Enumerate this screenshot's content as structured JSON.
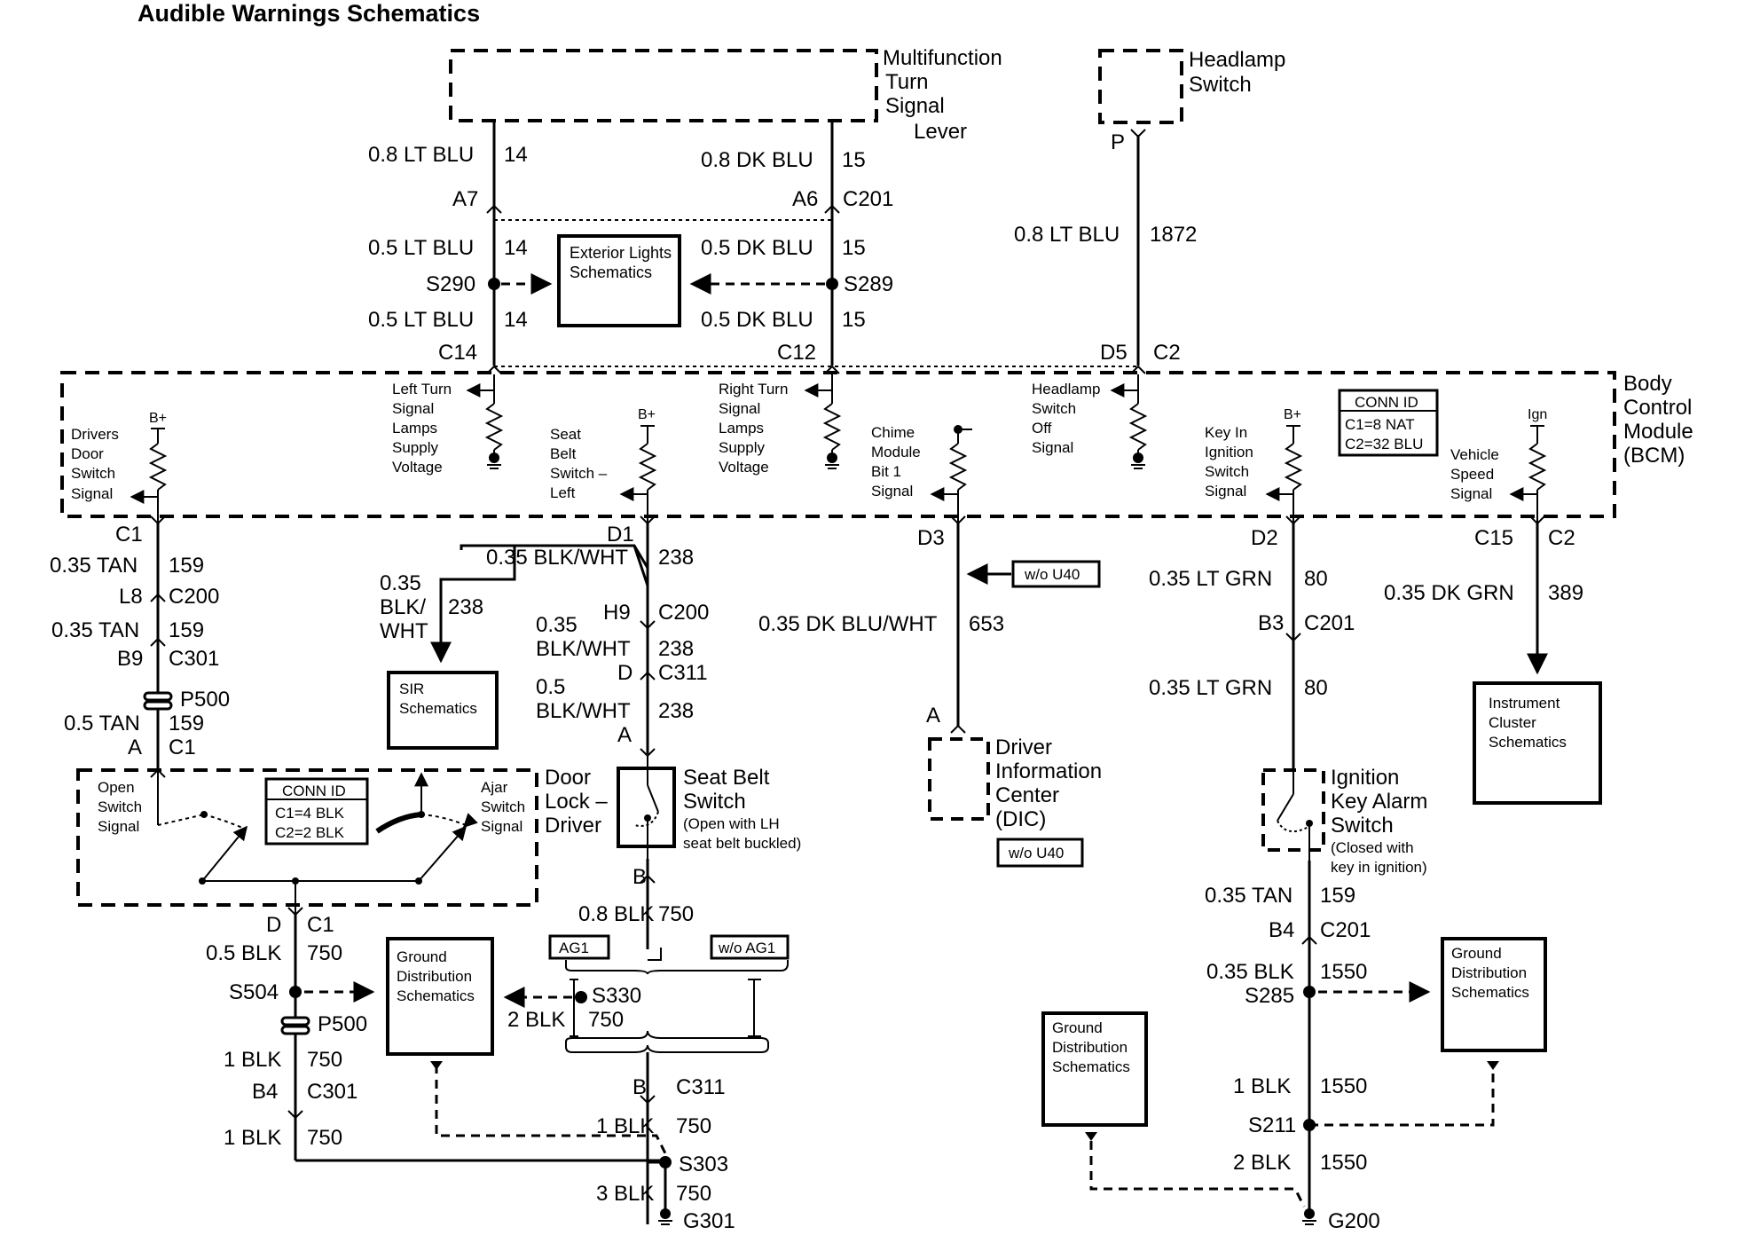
{
  "title": "Audible Warnings Schematics",
  "components": {
    "turn_lever": [
      "Multifunction",
      "Turn",
      "Signal",
      "Lever"
    ],
    "headlamp_switch": [
      "Headlamp",
      "Switch"
    ],
    "bcm": [
      "Body",
      "Control",
      "Module",
      "(BCM)"
    ],
    "exterior_lights": [
      "Exterior Lights",
      "Schematics"
    ],
    "sir": [
      "SIR",
      "Schematics"
    ],
    "dic": [
      "Driver",
      "Information",
      "Center",
      "(DIC)"
    ],
    "instrument_cluster": [
      "Instrument",
      "Cluster",
      "Schematics"
    ],
    "ground_dist_1": [
      "Ground",
      "Distribution",
      "Schematics"
    ],
    "ground_dist_2": [
      "Ground",
      "Distribution",
      "Schematics"
    ],
    "ground_dist_3": [
      "Ground",
      "Distribution",
      "Schematics"
    ],
    "door_lock": [
      "Door",
      "Lock –",
      "Driver"
    ],
    "seat_belt_switch": [
      "Seat Belt",
      "Switch"
    ],
    "seat_belt_note": [
      "(Open with LH",
      "seat belt buckled)"
    ],
    "ignition_switch": [
      "Ignition",
      "Key Alarm",
      "Switch"
    ],
    "ignition_note": [
      "(Closed with",
      "key in ignition)"
    ]
  },
  "conn_ids": {
    "bcm": [
      "CONN ID",
      "C1=8 NAT",
      "C2=32 BLU"
    ],
    "door": [
      "CONN ID",
      "C1=4 BLK",
      "C2=2 BLK"
    ]
  },
  "options": {
    "wo_u40": "w/o U40",
    "ag1": "AG1",
    "wo_ag1": "w/o AG1"
  },
  "bcm_signals": {
    "drivers_door": [
      "Drivers",
      "Door",
      "Switch",
      "Signal"
    ],
    "left_turn": [
      "Left Turn",
      "Signal",
      "Lamps",
      "Supply",
      "Voltage"
    ],
    "seat_belt": [
      "Seat",
      "Belt",
      "Switch –",
      "Left"
    ],
    "right_turn": [
      "Right Turn",
      "Signal",
      "Lamps",
      "Supply",
      "Voltage"
    ],
    "chime": [
      "Chime",
      "Module",
      "Bit 1",
      "Signal"
    ],
    "headlamp_off": [
      "Headlamp",
      "Switch",
      "Off",
      "Signal"
    ],
    "key_in": [
      "Key In",
      "Ignition",
      "Switch",
      "Signal"
    ],
    "vehicle_speed": [
      "Vehicle",
      "Speed",
      "Signal"
    ],
    "bplus": "B+",
    "ign": "Ign"
  },
  "door_switch": {
    "open": [
      "Open",
      "Switch",
      "Signal"
    ],
    "ajar": [
      "Ajar",
      "Switch",
      "Signal"
    ]
  },
  "wire_labels": {
    "w1": "0.8 LT BLU",
    "w1c": "14",
    "w2": "0.8 DK BLU",
    "w2c": "15",
    "w3": "0.5 LT BLU",
    "w3c": "14",
    "w4": "0.5 DK BLU",
    "w4c": "15",
    "w5": "0.5 LT BLU",
    "w5c": "14",
    "w6": "0.5 DK BLU",
    "w6c": "15",
    "w7": "0.8 LT BLU",
    "w7c": "1872",
    "w8": "0.35 TAN",
    "w8c": "159",
    "w9": "0.35 TAN",
    "w9c": "159",
    "w10": "0.5 TAN",
    "w10c": "159",
    "w11": "0.35 BLK/WHT",
    "w11c": "238",
    "w12a": "0.35",
    "w12b": "BLK/",
    "w12d": "WHT",
    "w12c": "238",
    "w13a": "0.35",
    "w13b": "BLK/WHT",
    "w13c": "238",
    "w14a": "0.5",
    "w14b": "BLK/WHT",
    "w14c": "238",
    "w15": "0.8 BLK",
    "w15c": "750",
    "w16": "0.5 BLK",
    "w16c": "750",
    "w17": "2 BLK",
    "w17c": "750",
    "w18": "1 BLK",
    "w18c": "750",
    "w19": "1 BLK",
    "w19c": "750",
    "w20": "1 BLK",
    "w20c": "750",
    "w21": "3 BLK",
    "w21c": "750",
    "w22": "0.35 DK BLU/WHT",
    "w22c": "653",
    "w23": "0.35 LT GRN",
    "w23c": "80",
    "w24": "0.35 LT GRN",
    "w24c": "80",
    "w25": "0.35 DK GRN",
    "w25c": "389",
    "w26": "0.35 TAN",
    "w26c": "159",
    "w27": "0.35 BLK",
    "w27c": "1550",
    "w28": "1 BLK",
    "w28c": "1550",
    "w29": "2 BLK",
    "w29c": "1550"
  },
  "pins": {
    "a7": "A7",
    "a6": "A6",
    "c201a": "C201",
    "c14": "C14",
    "c12": "C12",
    "d5": "D5",
    "c2a": "C2",
    "p": "P",
    "c1a": "C1",
    "l8": "L8",
    "c200a": "C200",
    "b9": "B9",
    "c301a": "C301",
    "aa": "A",
    "c1b": "C1",
    "d1": "D1",
    "h9": "H9",
    "c200b": "C200",
    "d": "D",
    "c311a": "C311",
    "ab": "A",
    "ba": "B",
    "bb": "B",
    "c311b": "C311",
    "d3": "D3",
    "ac": "A",
    "d2": "D2",
    "b3": "B3",
    "c201b": "C201",
    "c15": "C15",
    "c2b": "C2",
    "dd": "D",
    "c1c": "C1",
    "b4a": "B4",
    "c301b": "C301",
    "b4b": "B4",
    "c201c": "C201"
  },
  "splices": {
    "s290": "S290",
    "s289": "S289",
    "s504": "S504",
    "s330": "S330",
    "s303": "S303",
    "s285": "S285",
    "s211": "S211",
    "p500a": "P500",
    "p500b": "P500"
  },
  "grounds": {
    "g301": "G301",
    "g200": "G200"
  }
}
